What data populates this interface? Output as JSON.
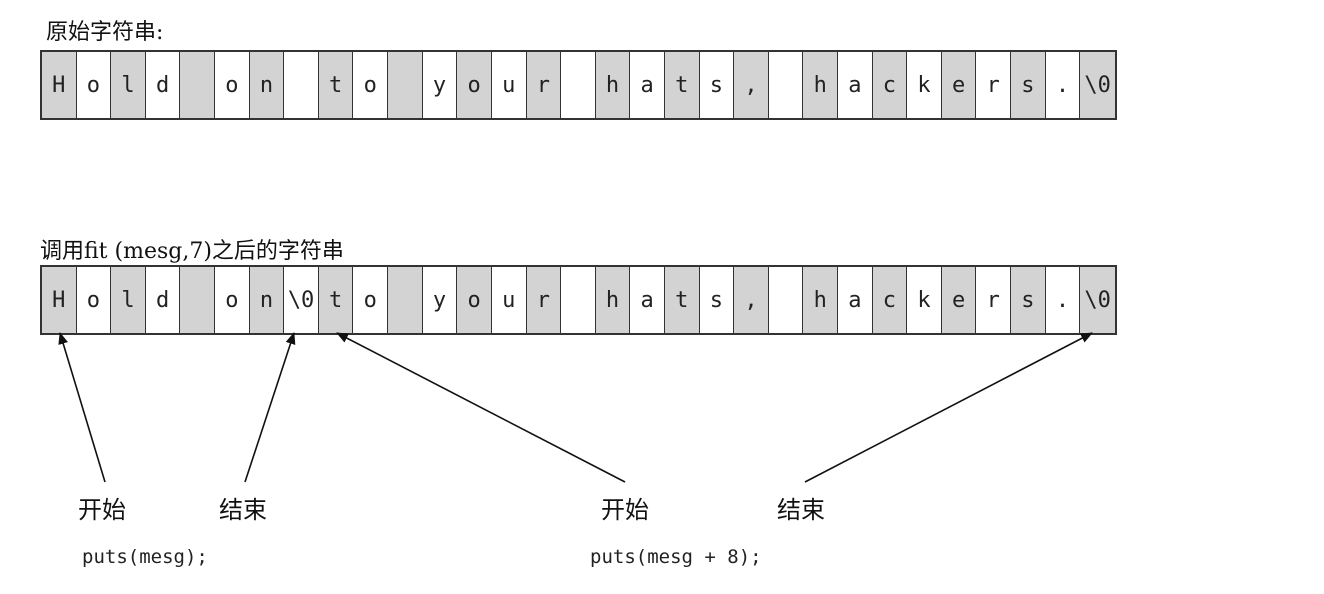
{
  "original": {
    "title": "原始字符串:",
    "cells": [
      "H",
      "o",
      "l",
      "d",
      " ",
      "o",
      "n",
      " ",
      "t",
      "o",
      " ",
      "y",
      "o",
      "u",
      "r",
      " ",
      "h",
      "a",
      "t",
      "s",
      ",",
      " ",
      "h",
      "a",
      "c",
      "k",
      "e",
      "r",
      "s",
      ".",
      "\\0"
    ]
  },
  "modified": {
    "title": "调用fit (mesg,7)之后的字符串",
    "cells": [
      "H",
      "o",
      "l",
      "d",
      " ",
      "o",
      "n",
      "\\0",
      "t",
      "o",
      " ",
      "y",
      "o",
      "u",
      "r",
      " ",
      "h",
      "a",
      "t",
      "s",
      ",",
      " ",
      "h",
      "a",
      "c",
      "k",
      "e",
      "r",
      "s",
      ".",
      "\\0"
    ]
  },
  "annotations": {
    "left": {
      "start_label": "开始",
      "end_label": "结束",
      "code": "puts(mesg);"
    },
    "right": {
      "start_label": "开始",
      "end_label": "结束",
      "code": "puts(mesg + 8);"
    }
  }
}
